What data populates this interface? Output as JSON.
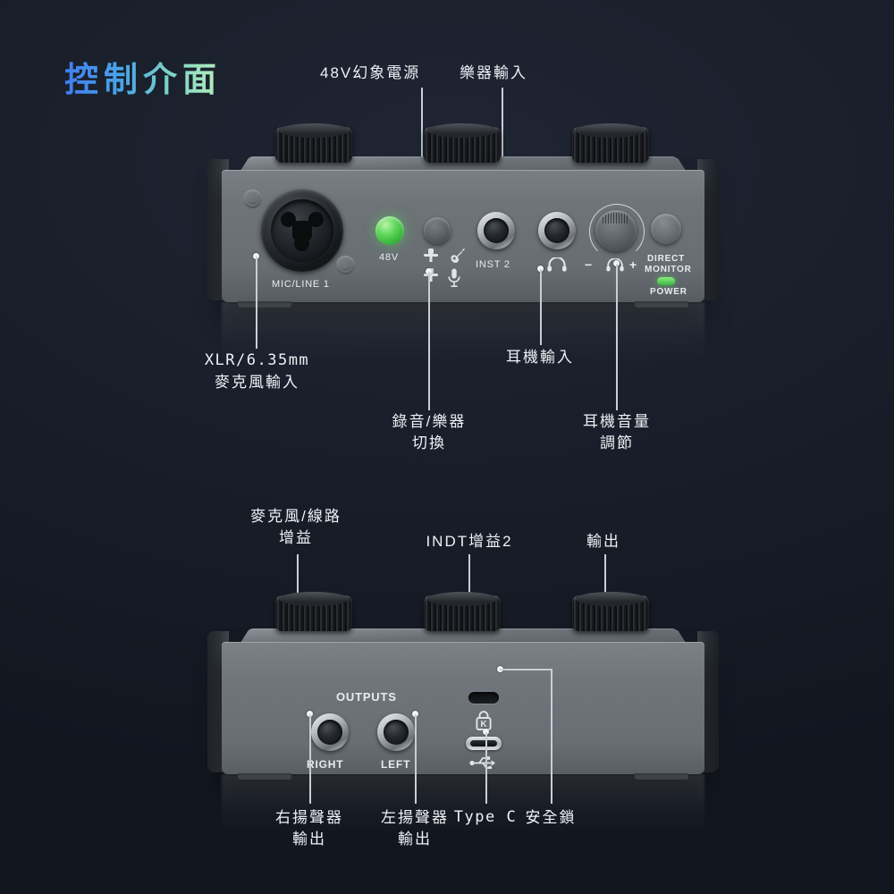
{
  "title": "控制介面",
  "theme": {
    "background": "#171c27",
    "title_gradient_start": "#3f7ef2",
    "title_gradient_end": "#b7efbb",
    "led_green": "#5fd65a",
    "panel_gray": "#6e7478",
    "text_white": "#eef1f5"
  },
  "front_panel": {
    "section_labels": {
      "phantom": "48V幻象電源",
      "instrument_input": "樂器輸入"
    },
    "callouts": [
      {
        "id": "mic-input",
        "line1": "XLR/6.35mm",
        "line2": "麥克風輸入",
        "latin": true
      },
      {
        "id": "inst-switch",
        "line1": "錄音/樂器",
        "line2": "切換",
        "latin": false
      },
      {
        "id": "headphone-jack",
        "line1": "耳機輸入",
        "line2": "",
        "latin": false
      },
      {
        "id": "headphone-vol",
        "line1": "耳機音量",
        "line2": "調節",
        "latin": false
      }
    ],
    "silkscreen": {
      "mic_line_1": "MIC/LINE 1",
      "phantom": "48V",
      "inst_2": "INST 2",
      "minus": "−",
      "plus": "+",
      "direct": "DIRECT",
      "monitor": "MONITOR",
      "power": "POWER"
    },
    "icons": {
      "guitar": "guitar-icon",
      "microphone": "microphone-icon",
      "headphone_jack": "headphone-icon",
      "headphone_volume": "headphone-icon"
    },
    "knobs": [
      {
        "id": "knob-gain-1"
      },
      {
        "id": "knob-gain-2"
      },
      {
        "id": "knob-output"
      }
    ]
  },
  "rear_panel": {
    "section_labels": {
      "mic_line_gain_l1": "麥克風/線路",
      "mic_line_gain_l2": "增益",
      "inst_gain": "INDT增益2",
      "output": "輸出"
    },
    "callouts": [
      {
        "id": "right-out",
        "line1": "右揚聲器",
        "line2": "輸出"
      },
      {
        "id": "left-out",
        "line1": "左揚聲器",
        "line2": "輸出"
      },
      {
        "id": "type-c",
        "line1": "Type C",
        "line2": "",
        "latin": true
      },
      {
        "id": "lock",
        "line1": "安全鎖",
        "line2": ""
      }
    ],
    "silkscreen": {
      "outputs": "OUTPUTS",
      "right": "RIGHT",
      "left": "LEFT"
    },
    "icons": {
      "kensington_lock": "lock-icon",
      "usb": "usb-icon"
    },
    "knobs": [
      {
        "id": "knob-mic-line-gain"
      },
      {
        "id": "knob-inst-gain"
      },
      {
        "id": "knob-main-output"
      }
    ]
  }
}
